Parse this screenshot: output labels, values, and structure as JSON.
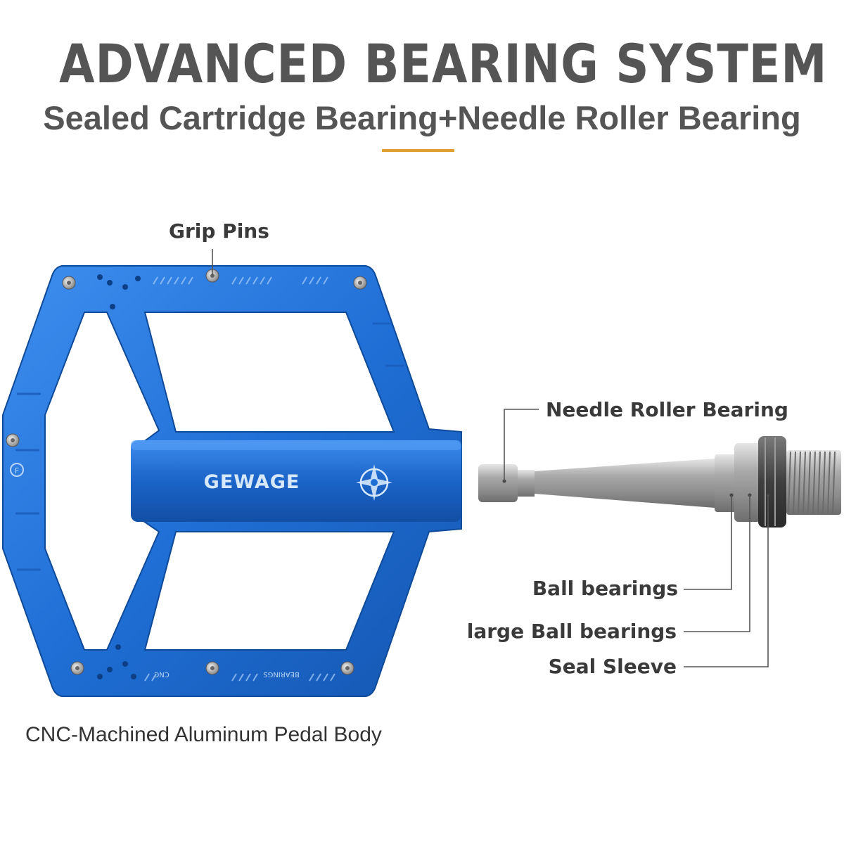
{
  "header": {
    "title": "ADVANCED BEARING SYSTEM",
    "subtitle": "Sealed Cartridge Bearing+Needle Roller Bearing"
  },
  "pedal": {
    "brand": "GEWAGE",
    "engraving_1": "BEARINGS",
    "engraving_2": "CNC",
    "caption": "CNC-Machined Aluminum Pedal Body"
  },
  "callouts": {
    "grip_pins": "Grip Pins",
    "needle_roller_bearing": "Needle Roller Bearing",
    "ball_bearings": "Ball bearings",
    "large_ball_bearings": "large Ball bearings",
    "seal_sleeve": "Seal Sleeve"
  },
  "colors": {
    "accent": "#e0a030",
    "pedal_blue": "#1f6fd6",
    "text_gray": "#555555"
  },
  "icons": {
    "logo": "compass-star-logo-icon",
    "pin": "grip-pin-icon"
  }
}
